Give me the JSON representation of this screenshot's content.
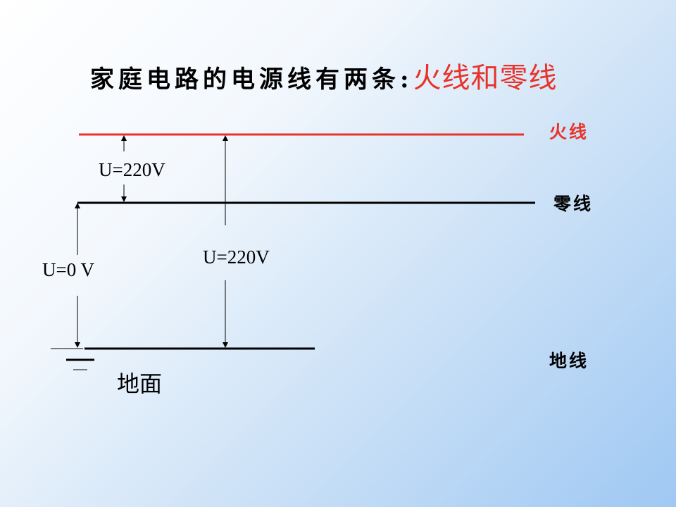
{
  "title": {
    "main": "家庭电路的电源线有两条:",
    "highlight": "火线和零线"
  },
  "wires": {
    "fire_label": "火线",
    "neutral_label": "零线",
    "earth_label": "地线"
  },
  "voltages": {
    "fire_to_neutral": "U=220V",
    "fire_to_earth": "U=220V",
    "neutral_to_earth": "U=0 V"
  },
  "ground_label": "地面",
  "colors": {
    "fire_wire": "#e8332a",
    "neutral_wire": "#000000",
    "earth_wire": "#000000"
  }
}
